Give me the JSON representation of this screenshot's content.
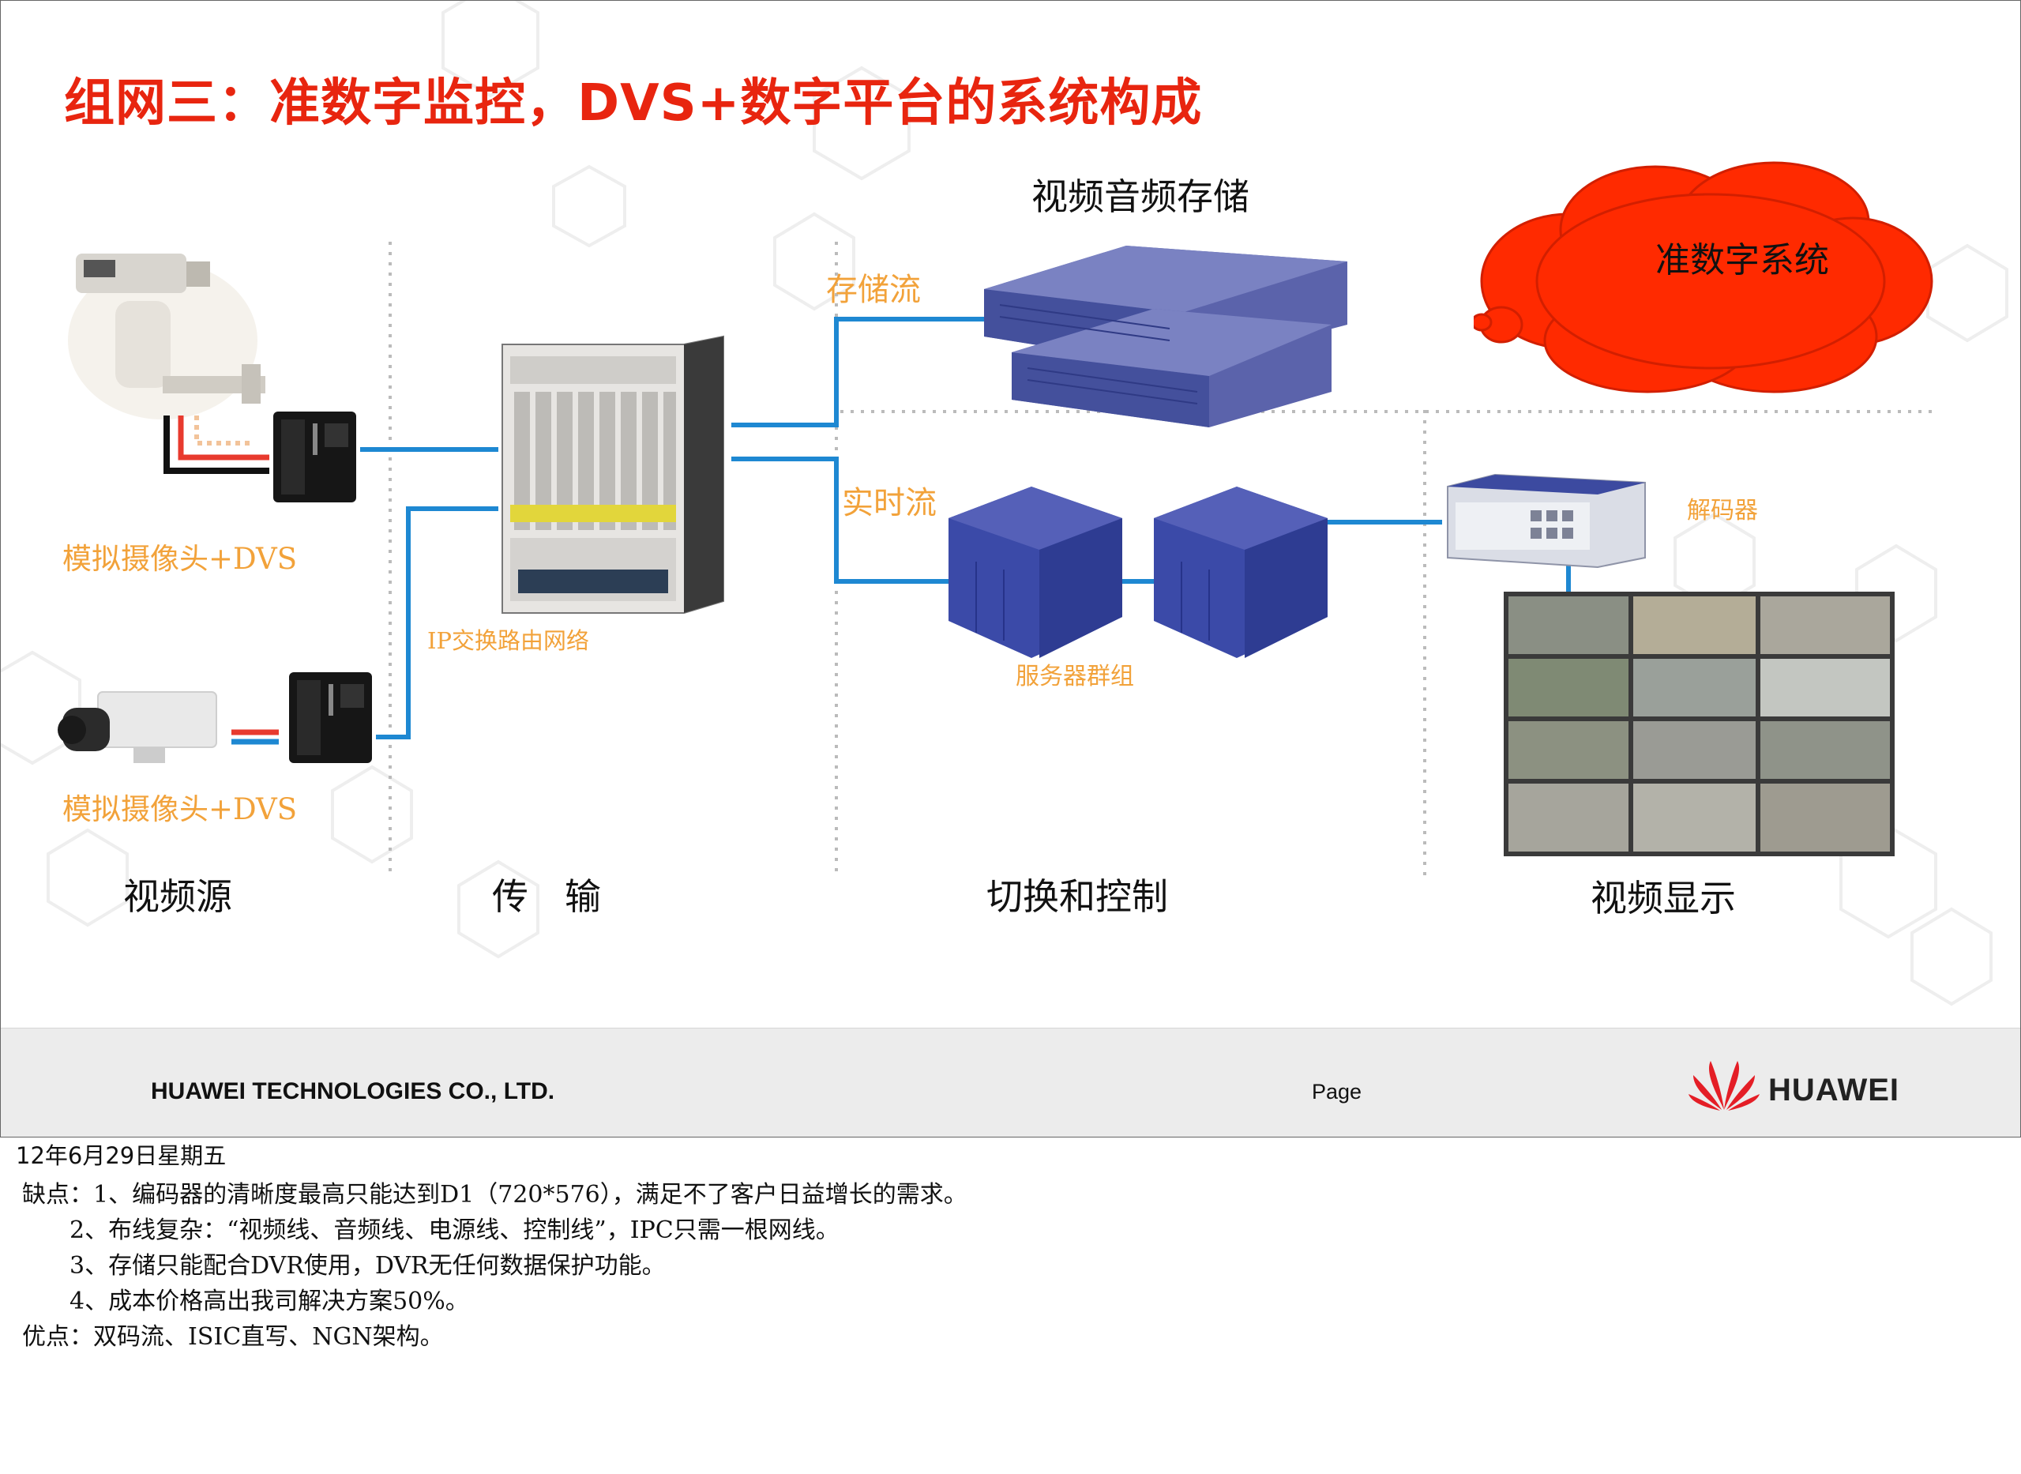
{
  "slide": {
    "title": "组网三：准数字监控，DVS+数字平台的系统构成",
    "cloud_label": "准数字系统",
    "storage_title": "视频音频存储",
    "flow_storage": "存储流",
    "flow_realtime": "实时流",
    "camera1_label": "模拟摄像头+DVS",
    "camera2_label": "模拟摄像头+DVS",
    "switch_label": "IP交换路由网络",
    "server_label": "服务器群组",
    "decoder_label": "解码器",
    "sections": {
      "source": "视频源",
      "transmission": "传　输",
      "control": "切换和控制",
      "display": "视频显示"
    },
    "colors": {
      "title": "#e8250f",
      "accent_orange": "#f2a23a",
      "link_blue": "#1e88d2",
      "cloud_red": "#ff2a00",
      "server_blue": "#3b4aa8"
    }
  },
  "footer": {
    "company": "HUAWEI TECHNOLOGIES CO., LTD.",
    "page": "Page",
    "brand": "HUAWEI"
  },
  "notes": {
    "date": "12年6月29日星期五",
    "lines": [
      "缺点：1、编码器的清晰度最高只能达到D1（720*576），满足不了客户日益增长的需求。",
      "2、布线复杂：“视频线、音频线、电源线、控制线”，IPC只需一根网线。",
      "3、存储只能配合DVR使用，DVR无任何数据保护功能。",
      "4、成本价格高出我司解决方案50%。",
      "优点：双码流、ISIC直写、NGN架构。"
    ]
  }
}
